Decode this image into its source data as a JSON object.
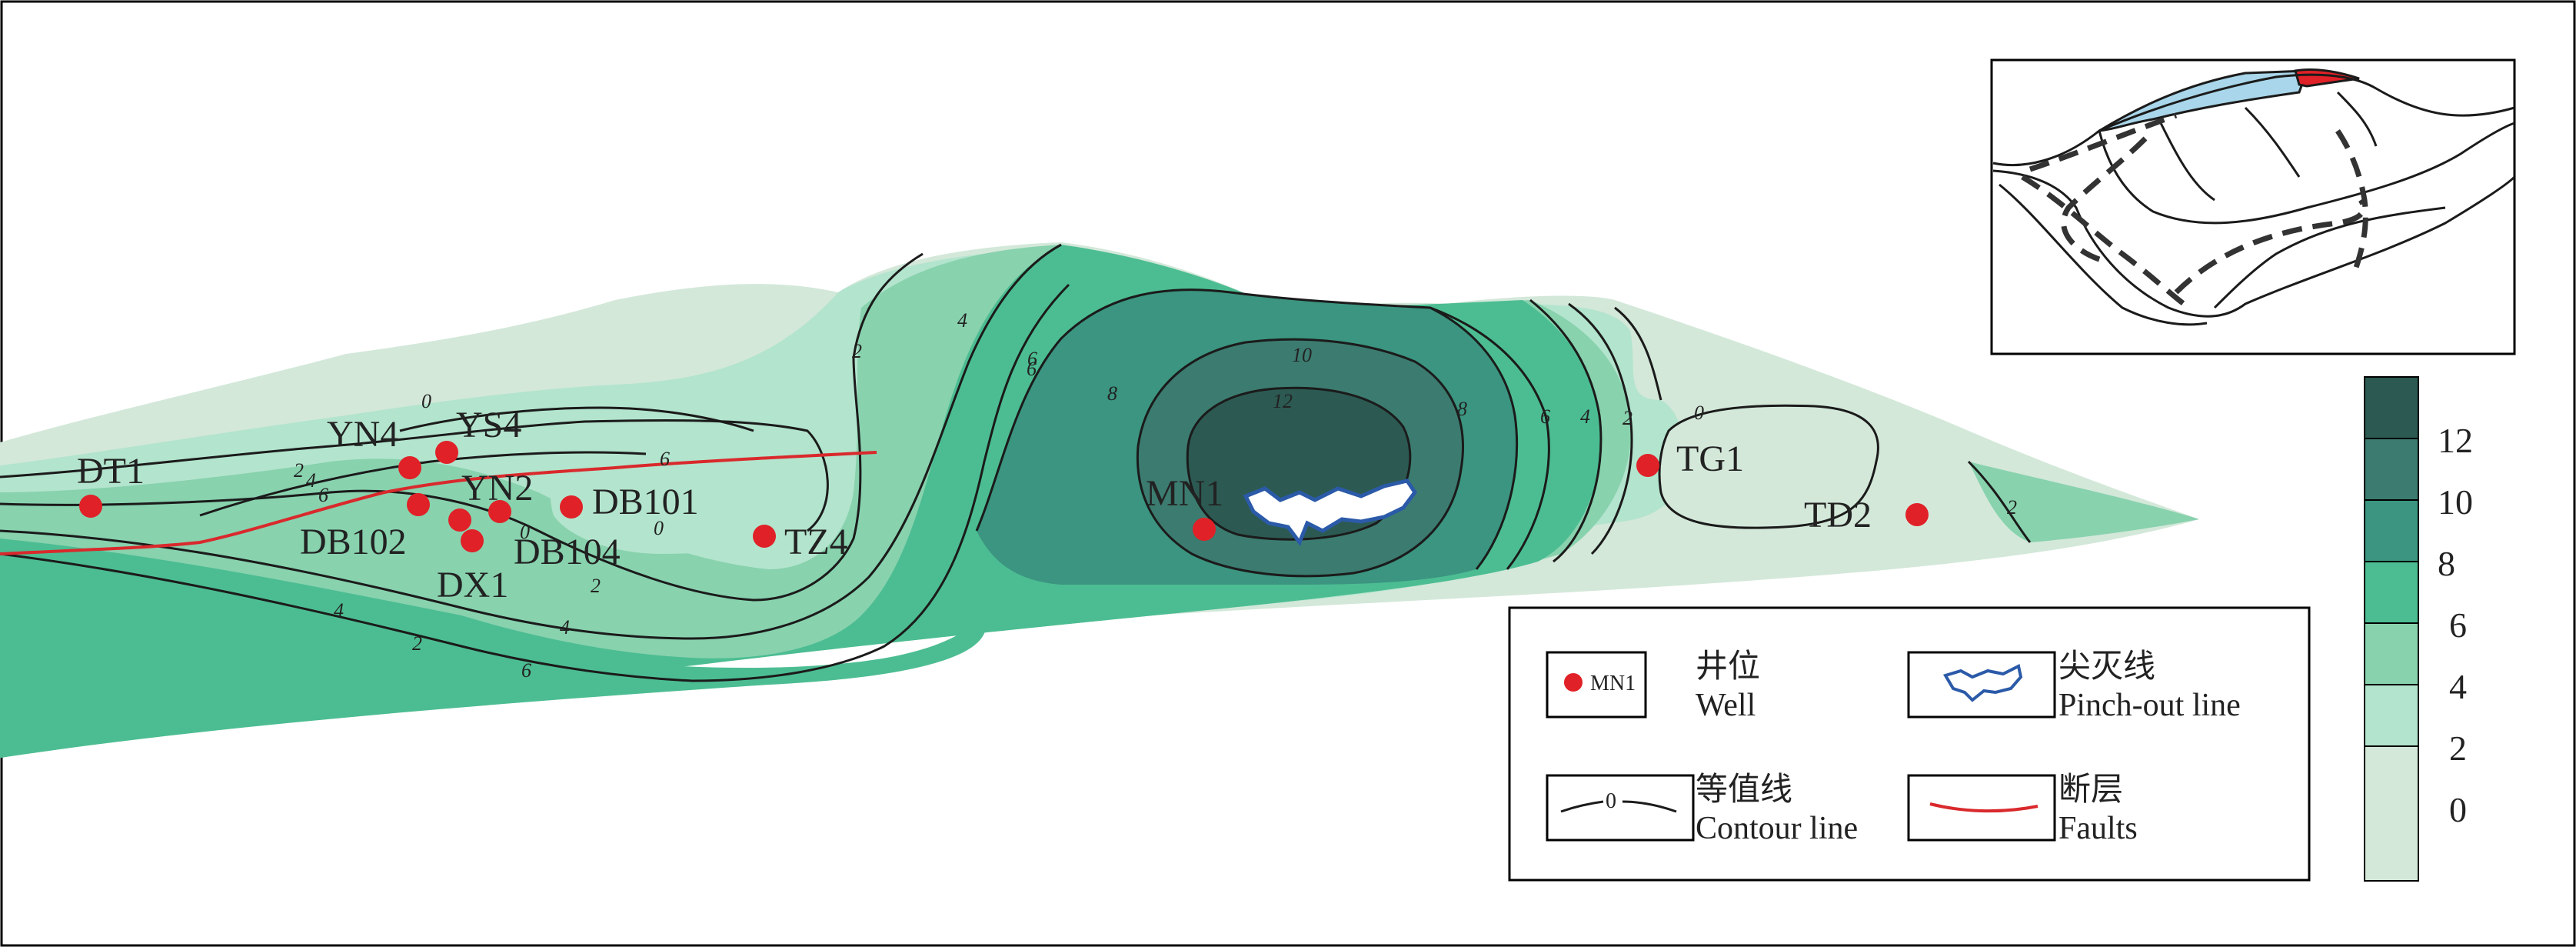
{
  "wells": [
    {
      "id": "DT1",
      "label": "DT1"
    },
    {
      "id": "YN4",
      "label": "YN4"
    },
    {
      "id": "YS4",
      "label": "YS4"
    },
    {
      "id": "YN2",
      "label": "YN2"
    },
    {
      "id": "DB101",
      "label": "DB101"
    },
    {
      "id": "DB102",
      "label": "DB102"
    },
    {
      "id": "DB104",
      "label": "DB104"
    },
    {
      "id": "DX1",
      "label": "DX1"
    },
    {
      "id": "TZ4",
      "label": "TZ4"
    },
    {
      "id": "MN1",
      "label": "MN1"
    },
    {
      "id": "TG1",
      "label": "TG1"
    },
    {
      "id": "TD2",
      "label": "TD2"
    }
  ],
  "contour_labels": [
    "0",
    "2",
    "4",
    "6",
    "6",
    "2",
    "4",
    "6",
    "0",
    "0",
    "2",
    "4",
    "6",
    "2",
    "4",
    "6",
    "8",
    "10",
    "12",
    "8",
    "6",
    "4",
    "2",
    "0",
    "2"
  ],
  "color_scale": {
    "ticks": [
      "12",
      "10",
      "8",
      "6",
      "4",
      "2",
      "0"
    ],
    "colors": [
      "#2c5a52",
      "#3c7b70",
      "#3b9580",
      "#4cbd92",
      "#88d2ae",
      "#b3e4cd",
      "#d3e8d9"
    ]
  },
  "legend": {
    "well": {
      "sample": "MN1",
      "cn": "井位",
      "en": "Well"
    },
    "pinchout": {
      "cn": "尖灭线",
      "en": "Pinch-out line"
    },
    "contour": {
      "sample": "0",
      "cn": "等值线",
      "en": "Contour line"
    },
    "fault": {
      "cn": "断层",
      "en": "Faults"
    }
  },
  "colors": {
    "well": "#e02127",
    "fault": "#d9292c",
    "pinchout_stroke": "#2b5aa8",
    "inset_blue": "#a9d6ea",
    "inset_red": "#e02127"
  }
}
